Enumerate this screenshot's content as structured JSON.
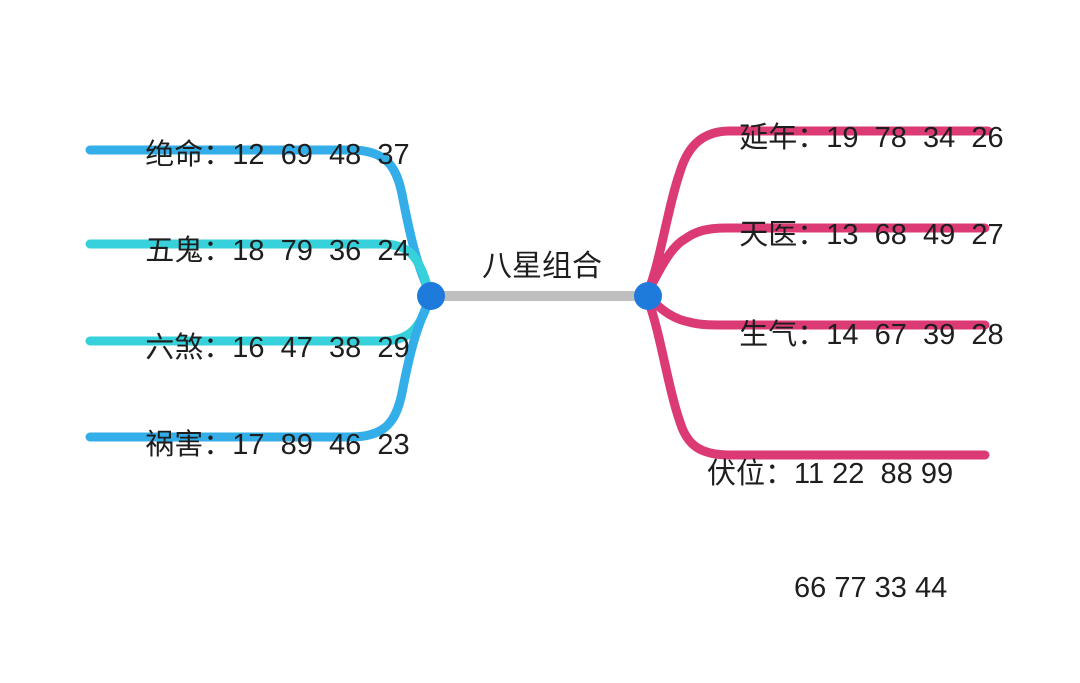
{
  "center": {
    "title": "八星组合"
  },
  "colors": {
    "branch-blue": "#33AEE9",
    "branch-teal": "#36D1DA",
    "branch-pink": "#DB3A74",
    "hub-dot": "#1E7BDC",
    "connector-gray": "#BFBFBF",
    "text-dark": "#1E1E1E",
    "background": "#FFFFFF"
  },
  "left_branches": [
    {
      "label": "绝命：",
      "numbers": "12  69  48  37"
    },
    {
      "label": "五鬼：",
      "numbers": "18  79  36  24"
    },
    {
      "label": "六煞：",
      "numbers": "16  47  38  29"
    },
    {
      "label": "祸害：",
      "numbers": "17  89  46  23"
    }
  ],
  "right_branches": [
    {
      "label": "延年：",
      "numbers": "19  78  34  26"
    },
    {
      "label": "天医：",
      "numbers": "13  68  49  27"
    },
    {
      "label": "生气：",
      "numbers": "14  67  39  28"
    },
    {
      "label": "伏位：",
      "numbers": "11 22  88 99",
      "numbers_line2": "66 77 33 44"
    }
  ]
}
